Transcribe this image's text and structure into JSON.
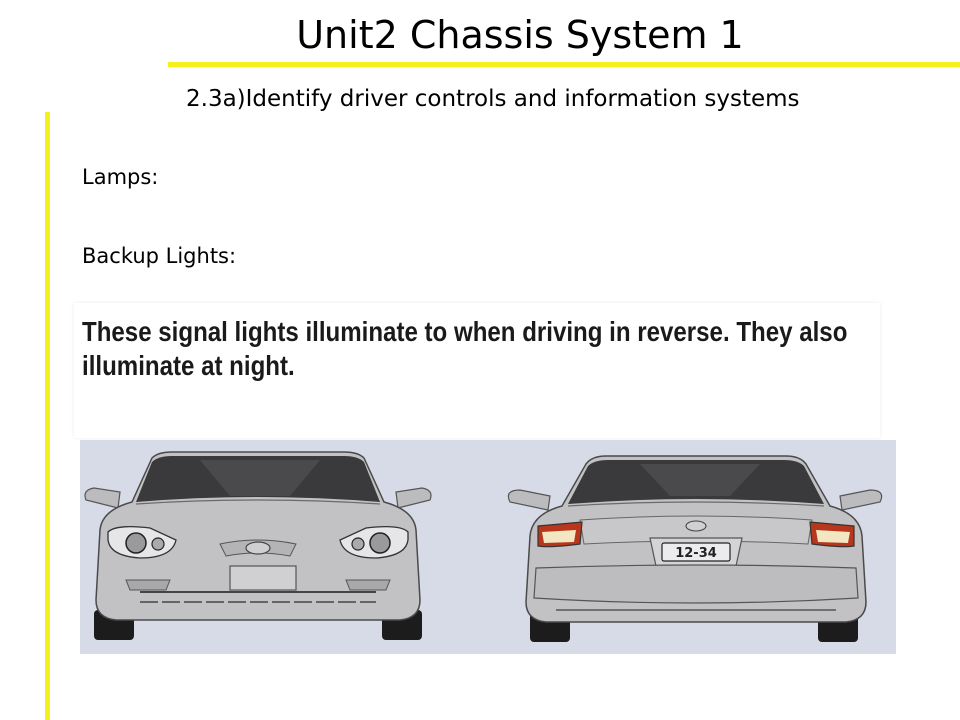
{
  "slide": {
    "title": "Unit2 Chassis System 1",
    "subtitle": "2.3a)Identify driver controls and information systems",
    "lamps_label": "Lamps:",
    "backup_label": "Backup Lights:",
    "caption": "These signal lights illuminate to when driving in reverse. They also illuminate at night.",
    "license_plate": "12-34"
  },
  "colors": {
    "accent_yellow": "#f5ef1c",
    "car_body": "#c2c2c4",
    "panel_background": "#d7dbe8",
    "tail_light": "#b8361c"
  }
}
